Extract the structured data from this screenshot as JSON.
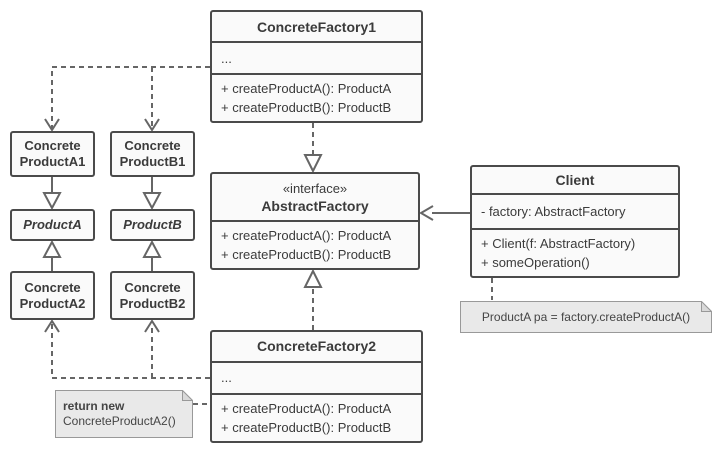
{
  "colors": {
    "background": "#ffffff",
    "class_fill": "#fafafa",
    "class_border": "#4a4a4a",
    "text": "#3b3b3b",
    "connector_line": "#666666",
    "note_fill": "#e9e9e9",
    "note_border": "#999999",
    "note_fold": "#d9d9d9"
  },
  "classes": {
    "concrete_factory_1": {
      "name": "ConcreteFactory1",
      "fields_placeholder": "...",
      "methods": [
        "+ createProductA(): ProductA",
        "+ createProductB(): ProductB"
      ]
    },
    "abstract_factory": {
      "stereotype": "«interface»",
      "name": "AbstractFactory",
      "methods": [
        "+ createProductA(): ProductA",
        "+ createProductB(): ProductB"
      ]
    },
    "concrete_factory_2": {
      "name": "ConcreteFactory2",
      "fields_placeholder": "...",
      "methods": [
        "+ createProductA(): ProductA",
        "+ createProductB(): ProductB"
      ]
    },
    "client": {
      "name": "Client",
      "attributes": [
        "- factory: AbstractFactory"
      ],
      "methods": [
        "+ Client(f: AbstractFactory)",
        "+ someOperation()"
      ]
    },
    "concrete_product_a1": {
      "name_lines": [
        "Concrete",
        "ProductA1"
      ]
    },
    "concrete_product_b1": {
      "name_lines": [
        "Concrete",
        "ProductB1"
      ]
    },
    "product_a": {
      "name": "ProductA"
    },
    "product_b": {
      "name": "ProductB"
    },
    "concrete_product_a2": {
      "name_lines": [
        "Concrete",
        "ProductA2"
      ]
    },
    "concrete_product_b2": {
      "name_lines": [
        "Concrete",
        "ProductB2"
      ]
    }
  },
  "notes": {
    "client_note": {
      "text": "ProductA pa = factory.createProductA()"
    },
    "factory2_note": {
      "lines": [
        "return new",
        "ConcreteProductA2()"
      ]
    }
  },
  "connectors": [
    {
      "type": "realization",
      "from": "ConcreteFactory1",
      "to": "AbstractFactory"
    },
    {
      "type": "realization",
      "from": "ConcreteFactory2",
      "to": "AbstractFactory"
    },
    {
      "type": "dependency",
      "from": "ConcreteFactory1",
      "to": "ConcreteProductA1"
    },
    {
      "type": "dependency",
      "from": "ConcreteFactory1",
      "to": "ConcreteProductB1"
    },
    {
      "type": "dependency",
      "from": "ConcreteFactory2",
      "to": "ConcreteProductA2"
    },
    {
      "type": "dependency",
      "from": "ConcreteFactory2",
      "to": "ConcreteProductB2"
    },
    {
      "type": "generalization",
      "from": "ConcreteProductA1",
      "to": "ProductA"
    },
    {
      "type": "generalization",
      "from": "ConcreteProductB1",
      "to": "ProductB"
    },
    {
      "type": "generalization",
      "from": "ConcreteProductA2",
      "to": "ProductA"
    },
    {
      "type": "generalization",
      "from": "ConcreteProductB2",
      "to": "ProductB"
    },
    {
      "type": "association",
      "from": "Client",
      "to": "AbstractFactory"
    },
    {
      "type": "note-link",
      "from": "Client",
      "to": "client_note"
    },
    {
      "type": "note-link",
      "from": "factory2_note",
      "to": "ConcreteFactory2"
    }
  ]
}
